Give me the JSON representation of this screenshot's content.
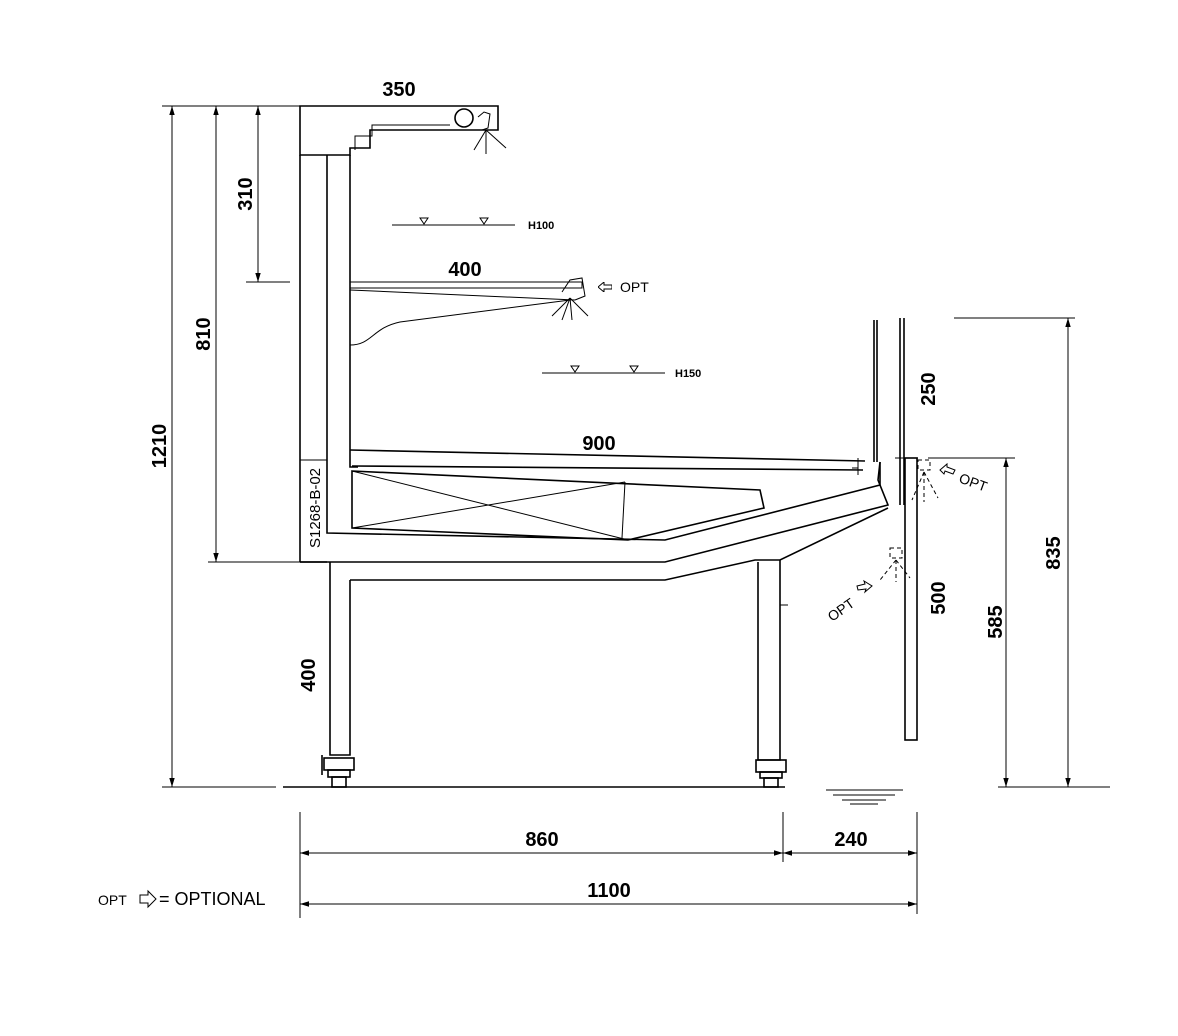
{
  "drawing_code": "S1268-B-02",
  "dimensions": {
    "top_width": "350",
    "total_height": "1210",
    "height_810": "810",
    "height_310": "310",
    "shelf_400": "400",
    "shelf_900": "900",
    "leg_400": "400",
    "glass_250": "250",
    "glass_500": "500",
    "right_835": "835",
    "right_585": "585",
    "bottom_860": "860",
    "bottom_240": "240",
    "bottom_1100": "1100"
  },
  "levels": {
    "h100": "H100",
    "h150": "H150"
  },
  "opt_labels": {
    "shelf_light": "OPT",
    "front_light": "OPT",
    "lower_light": "OPT"
  },
  "legend": {
    "opt": "OPT",
    "equals": "= OPTIONAL"
  }
}
